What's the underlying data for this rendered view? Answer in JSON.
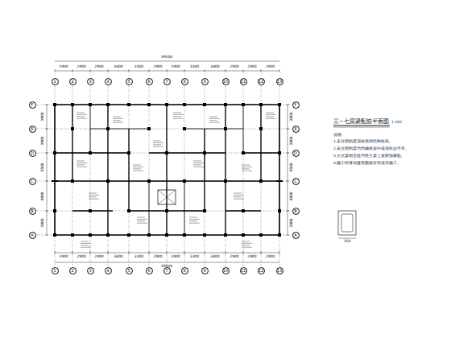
{
  "diagram": {
    "title": "三~七层梁配筋平面图",
    "nodes": [
      {
        "text": [
          "1"
        ]
      },
      {
        "text": [
          "2"
        ]
      },
      {
        "text": [
          "3"
        ]
      },
      {
        "text": [
          "4"
        ]
      },
      {
        "text": [
          "5"
        ]
      },
      {
        "text": [
          "6"
        ]
      },
      {
        "text": [
          "7"
        ]
      },
      {
        "text": [
          "8"
        ]
      },
      {
        "text": [
          "9"
        ]
      },
      {
        "text": [
          "10"
        ]
      },
      {
        "text": [
          "11"
        ]
      },
      {
        "text": [
          "12"
        ]
      },
      {
        "text": [
          "13"
        ]
      },
      {
        "text": [
          "F"
        ]
      },
      {
        "text": [
          "E"
        ]
      },
      {
        "text": [
          "D"
        ]
      },
      {
        "text": [
          "C"
        ]
      },
      {
        "text": [
          "B"
        ]
      },
      {
        "text": [
          "A"
        ]
      },
      {
        "text": [
          "F"
        ]
      },
      {
        "text": [
          "E"
        ]
      },
      {
        "text": [
          "D"
        ]
      },
      {
        "text": [
          "C"
        ]
      },
      {
        "text": [
          "B"
        ]
      },
      {
        "text": [
          "A"
        ]
      },
      {
        "text": [
          "1"
        ]
      },
      {
        "text": [
          "2"
        ]
      },
      {
        "text": [
          "3"
        ]
      },
      {
        "text": [
          "4"
        ]
      },
      {
        "text": [
          "5"
        ]
      },
      {
        "text": [
          "6"
        ]
      },
      {
        "text": [
          "7"
        ]
      },
      {
        "text": [
          "8"
        ]
      },
      {
        "text": [
          "9"
        ]
      },
      {
        "text": [
          "10"
        ]
      },
      {
        "text": [
          "11"
        ]
      },
      {
        "text": [
          "12"
        ]
      },
      {
        "text": [
          "13"
        ]
      }
    ],
    "labels": [
      "1:100",
      "说明:",
      "1.未注明的梁顶标高同结构标高。",
      "2.未注明的梁均为轴线居中或与柱边平齐。",
      "3.主次梁相交处均在主梁上设附加箍筋。",
      "4.施工时请与建筑图核对无误后施工。",
      "250",
      "2900",
      "2900",
      "2900",
      "3400",
      "3300",
      "2900",
      "2900",
      "3300",
      "3400",
      "2900",
      "2900",
      "2900",
      "39500",
      "2900",
      "2900",
      "2900",
      "3400",
      "3300",
      "2900",
      "2900",
      "3300",
      "3400",
      "2900",
      "2900",
      "2900",
      "39500",
      "3900",
      "3900",
      "4500",
      "4800",
      "3900",
      "3900",
      "3900",
      "4500",
      "4800",
      "3900"
    ]
  }
}
